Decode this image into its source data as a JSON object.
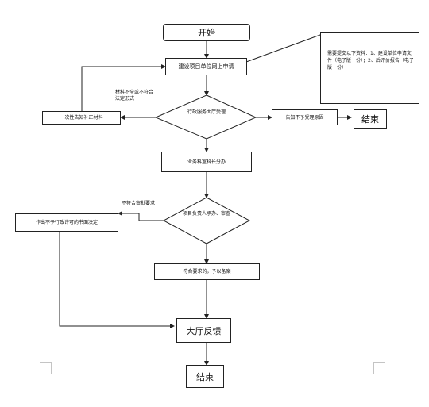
{
  "nodes": {
    "start": "开始",
    "apply": "建设项目单位网上申请",
    "accept": "行政服务大厅受理",
    "supplement": "一次性告知补正材料",
    "notify_reject": "告知不予受理原因",
    "end_top": "结束",
    "handle": "业务科室科长分办",
    "review": "项目负责人承办、审查",
    "deny": "作出不予行政许可的书面决定",
    "approve": "符合要求的，予以备案",
    "feedback": "大厅反馈",
    "end_bottom": "结束"
  },
  "labels": {
    "incomplete": "材料不全或不符合法定形式",
    "not_meet": "不符合审批要求"
  },
  "note": {
    "text": "需要提交以下资料：1、建设单位申请文件（电子版一份）；2、后评价报告（电子版一份）"
  }
}
